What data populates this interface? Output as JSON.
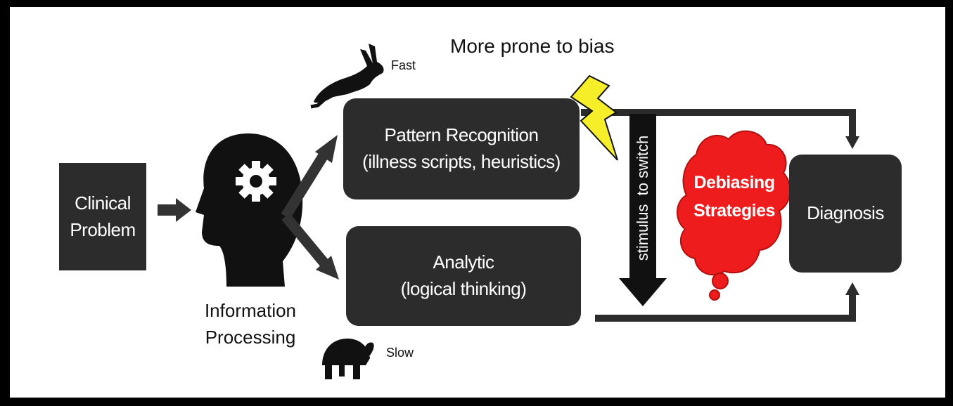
{
  "boxes": {
    "clinical_problem": [
      "Clinical",
      "Problem"
    ],
    "pattern_recognition": [
      "Pattern Recognition",
      "(illness scripts, heuristics)"
    ],
    "analytic": [
      "Analytic",
      "(logical thinking)"
    ],
    "diagnosis": "Diagnosis"
  },
  "information_processing": [
    "Information",
    "Processing"
  ],
  "fast_label": "Fast",
  "slow_label": "Slow",
  "bias_label": "More prone to bias",
  "stimulus_label": "stimulus  to switch",
  "debiasing": [
    "Debiasing",
    "Strategies"
  ],
  "colors": {
    "box": "#2c2c2c",
    "cloud": "#ee1c1c",
    "lightning": "#f7ee2a",
    "arrow": "#2c2c2c"
  },
  "icons": [
    "head-gear-icon",
    "rabbit-icon",
    "tortoise-icon",
    "lightning-icon",
    "thought-cloud-icon"
  ]
}
